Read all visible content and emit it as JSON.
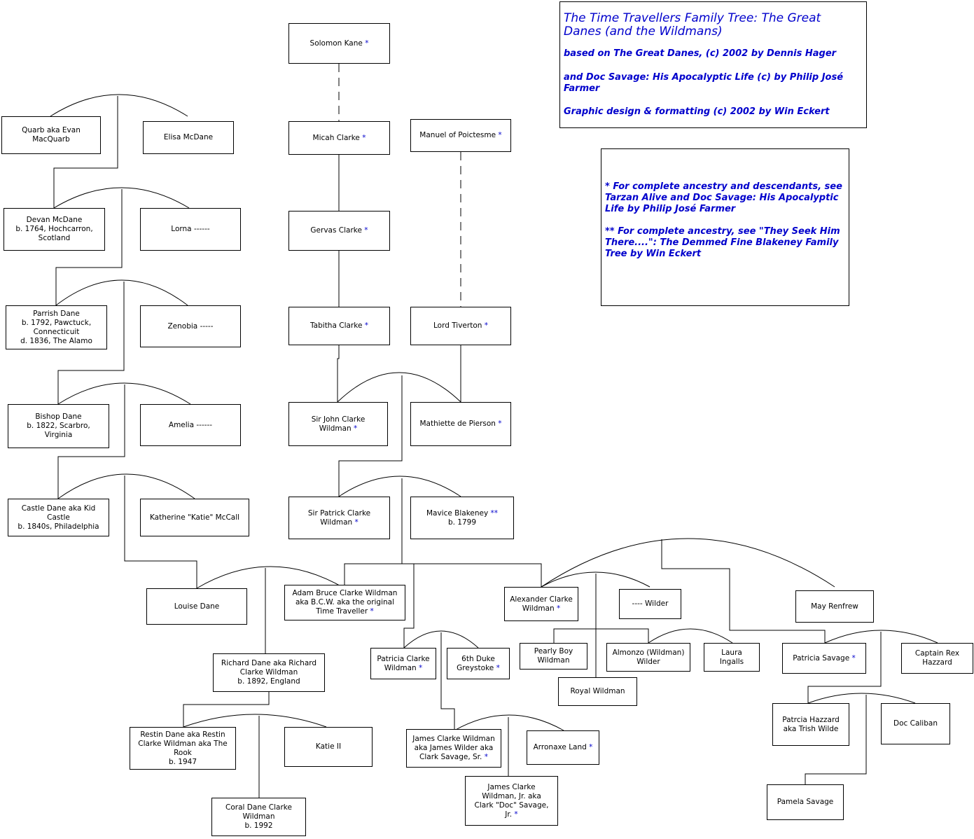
{
  "title_box": {
    "title": "The Time Travellers Family Tree: The Great Danes (and the Wildmans)",
    "line1": "based on The Great Danes, (c) 2002 by Dennis Hager",
    "line2": "and Doc Savage: His Apocalyptic Life (c) by Philip José Farmer",
    "line3": "Graphic  design & formatting (c) 2002 by Win Eckert"
  },
  "notes_box": {
    "note1": "* For complete ancestry and descendants, see Tarzan Alive and Doc Savage: His Apocalyptic Life  by Philip José Farmer",
    "note2": "** For complete ancestry, see \"They Seek Him There....\": The Demmed Fine Blakeney Family Tree  by Win Eckert"
  },
  "persons": [
    {
      "id": "solomon",
      "label": "Solomon Kane",
      "mark": "*"
    },
    {
      "id": "micah",
      "label": "Micah Clarke",
      "mark": "*"
    },
    {
      "id": "manuel",
      "label": "Manuel of Poictesme",
      "mark": "*"
    },
    {
      "id": "gervas",
      "label": "Gervas Clarke",
      "mark": "*"
    },
    {
      "id": "tabitha",
      "label": "Tabitha Clarke",
      "mark": "*"
    },
    {
      "id": "tiverton",
      "label": "Lord Tiverton",
      "mark": "*"
    },
    {
      "id": "sirjohn",
      "label": "Sir John Clarke\nWildman",
      "mark": "*"
    },
    {
      "id": "mathiette",
      "label": "Mathiette de Pierson",
      "mark": "*"
    },
    {
      "id": "sirpatrick",
      "label": "Sir Patrick Clarke\nWildman",
      "mark": "*"
    },
    {
      "id": "mavice",
      "label": "Mavice Blakeney",
      "mark": "**",
      "extra": "b. 1799"
    },
    {
      "id": "quarb",
      "label": "Quarb aka Evan\nMacQuarb",
      "mark": ""
    },
    {
      "id": "elisa",
      "label": "Elisa McDane",
      "mark": ""
    },
    {
      "id": "devan",
      "label": "Devan McDane\nb. 1764, Hochcarron,\nScotland",
      "mark": ""
    },
    {
      "id": "lorna",
      "label": "Lorna  ------",
      "mark": ""
    },
    {
      "id": "parrish",
      "label": "Parrish Dane\nb. 1792, Pawctuck,\nConnecticuit\nd. 1836, The Alamo",
      "mark": ""
    },
    {
      "id": "zenobia",
      "label": "Zenobia -----",
      "mark": ""
    },
    {
      "id": "bishop",
      "label": "Bishop Dane\nb. 1822, Scarbro,\nVirginia",
      "mark": ""
    },
    {
      "id": "amelia",
      "label": "Amelia ------",
      "mark": ""
    },
    {
      "id": "castle",
      "label": "Castle Dane aka Kid\nCastle\nb. 1840s, Philadelphia",
      "mark": ""
    },
    {
      "id": "katherine",
      "label": "Katherine \"Katie\" McCall",
      "mark": ""
    },
    {
      "id": "louise",
      "label": "Louise Dane",
      "mark": ""
    },
    {
      "id": "adam",
      "label": "Adam Bruce Clarke Wildman\naka B.C.W. aka the original\nTime Traveller",
      "mark": "*"
    },
    {
      "id": "alexander",
      "label": "Alexander Clarke\nWildman",
      "mark": "*"
    },
    {
      "id": "wilder",
      "label": "---- Wilder",
      "mark": ""
    },
    {
      "id": "may",
      "label": "May Renfrew",
      "mark": ""
    },
    {
      "id": "richard",
      "label": "Richard Dane aka Richard\nClarke Wildman\nb. 1892, England",
      "mark": ""
    },
    {
      "id": "patriciacw",
      "label": "Patricia Clarke\nWildman",
      "mark": "*"
    },
    {
      "id": "greystoke",
      "label": "6th Duke\nGreystoke",
      "mark": "*"
    },
    {
      "id": "pearly",
      "label": "Pearly Boy\nWildman",
      "mark": ""
    },
    {
      "id": "almonzo",
      "label": "Almonzo (Wildman)\nWilder",
      "mark": ""
    },
    {
      "id": "laura",
      "label": "Laura\nIngalls",
      "mark": ""
    },
    {
      "id": "patsav",
      "label": "Patricia Savage",
      "mark": "*"
    },
    {
      "id": "rex",
      "label": "Captain Rex\nHazzard",
      "mark": ""
    },
    {
      "id": "royal",
      "label": "Royal Wildman",
      "mark": ""
    },
    {
      "id": "restin",
      "label": "Restin Dane aka Restin\nClarke Wildman aka The\nRook\nb. 1947",
      "mark": ""
    },
    {
      "id": "katie2",
      "label": "Katie II",
      "mark": ""
    },
    {
      "id": "jamessr",
      "label": "James Clarke Wildman\naka James Wilder aka\nClark Savage, Sr.",
      "mark": "*"
    },
    {
      "id": "arronaxe",
      "label": "Arronaxe Land",
      "mark": "*"
    },
    {
      "id": "patrcia",
      "label": "Patrcia Hazzard\naka Trish Wilde",
      "mark": ""
    },
    {
      "id": "caliban",
      "label": "Doc Caliban",
      "mark": ""
    },
    {
      "id": "coral",
      "label": "Coral Dane Clarke\nWildman\nb. 1992",
      "mark": ""
    },
    {
      "id": "jamesjr",
      "label": "James Clarke\nWildman, Jr. aka\nClark \"Doc\" Savage,\nJr.",
      "mark": "*"
    },
    {
      "id": "pamela",
      "label": "Pamela Savage",
      "mark": ""
    }
  ]
}
